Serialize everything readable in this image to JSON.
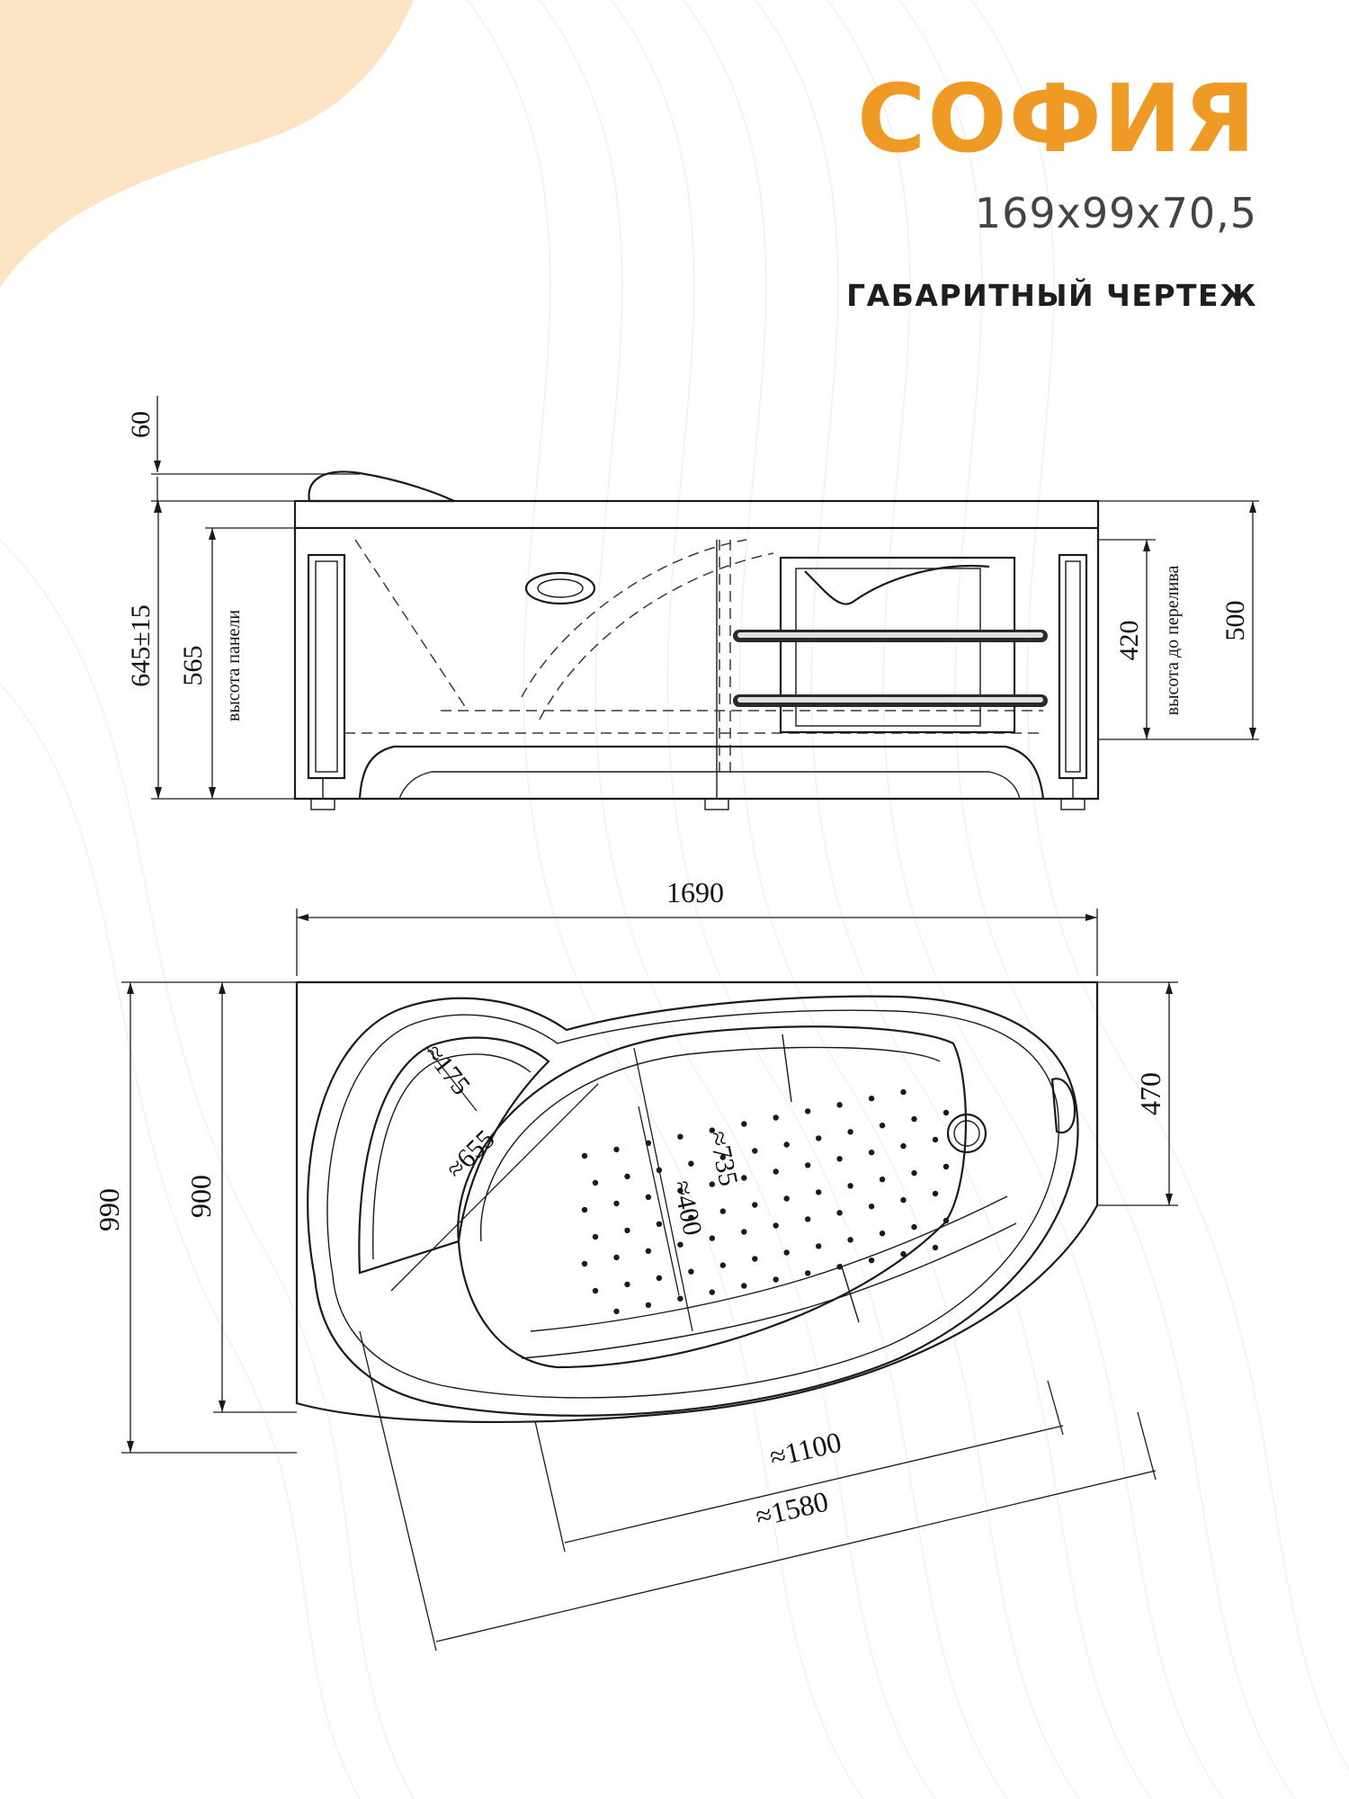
{
  "header": {
    "title": "СОФИЯ",
    "dimensions": "169x99x70,5",
    "subtitle": "ГАБАРИТНЫЙ ЧЕРТЕЖ"
  },
  "front_view": {
    "dims": {
      "top_60": "60",
      "height_645": "645±15",
      "panel_565": "565",
      "panel_label": "высота панели",
      "overflow_420": "420",
      "overflow_label": "высота до перелива",
      "depth_500": "500"
    }
  },
  "top_view": {
    "dims": {
      "length_1690": "1690",
      "width_990": "990",
      "width_900": "900",
      "side_470": "470",
      "seat_175": "≈175",
      "inner_655": "≈655",
      "inner_735": "≈735",
      "inner_400": "≈400",
      "len_1100": "≈1100",
      "len_1580": "≈1580"
    }
  },
  "colors": {
    "accent": "#ef9a24",
    "background_shape": "#fbe3c3",
    "line": "#1a1a1a"
  }
}
